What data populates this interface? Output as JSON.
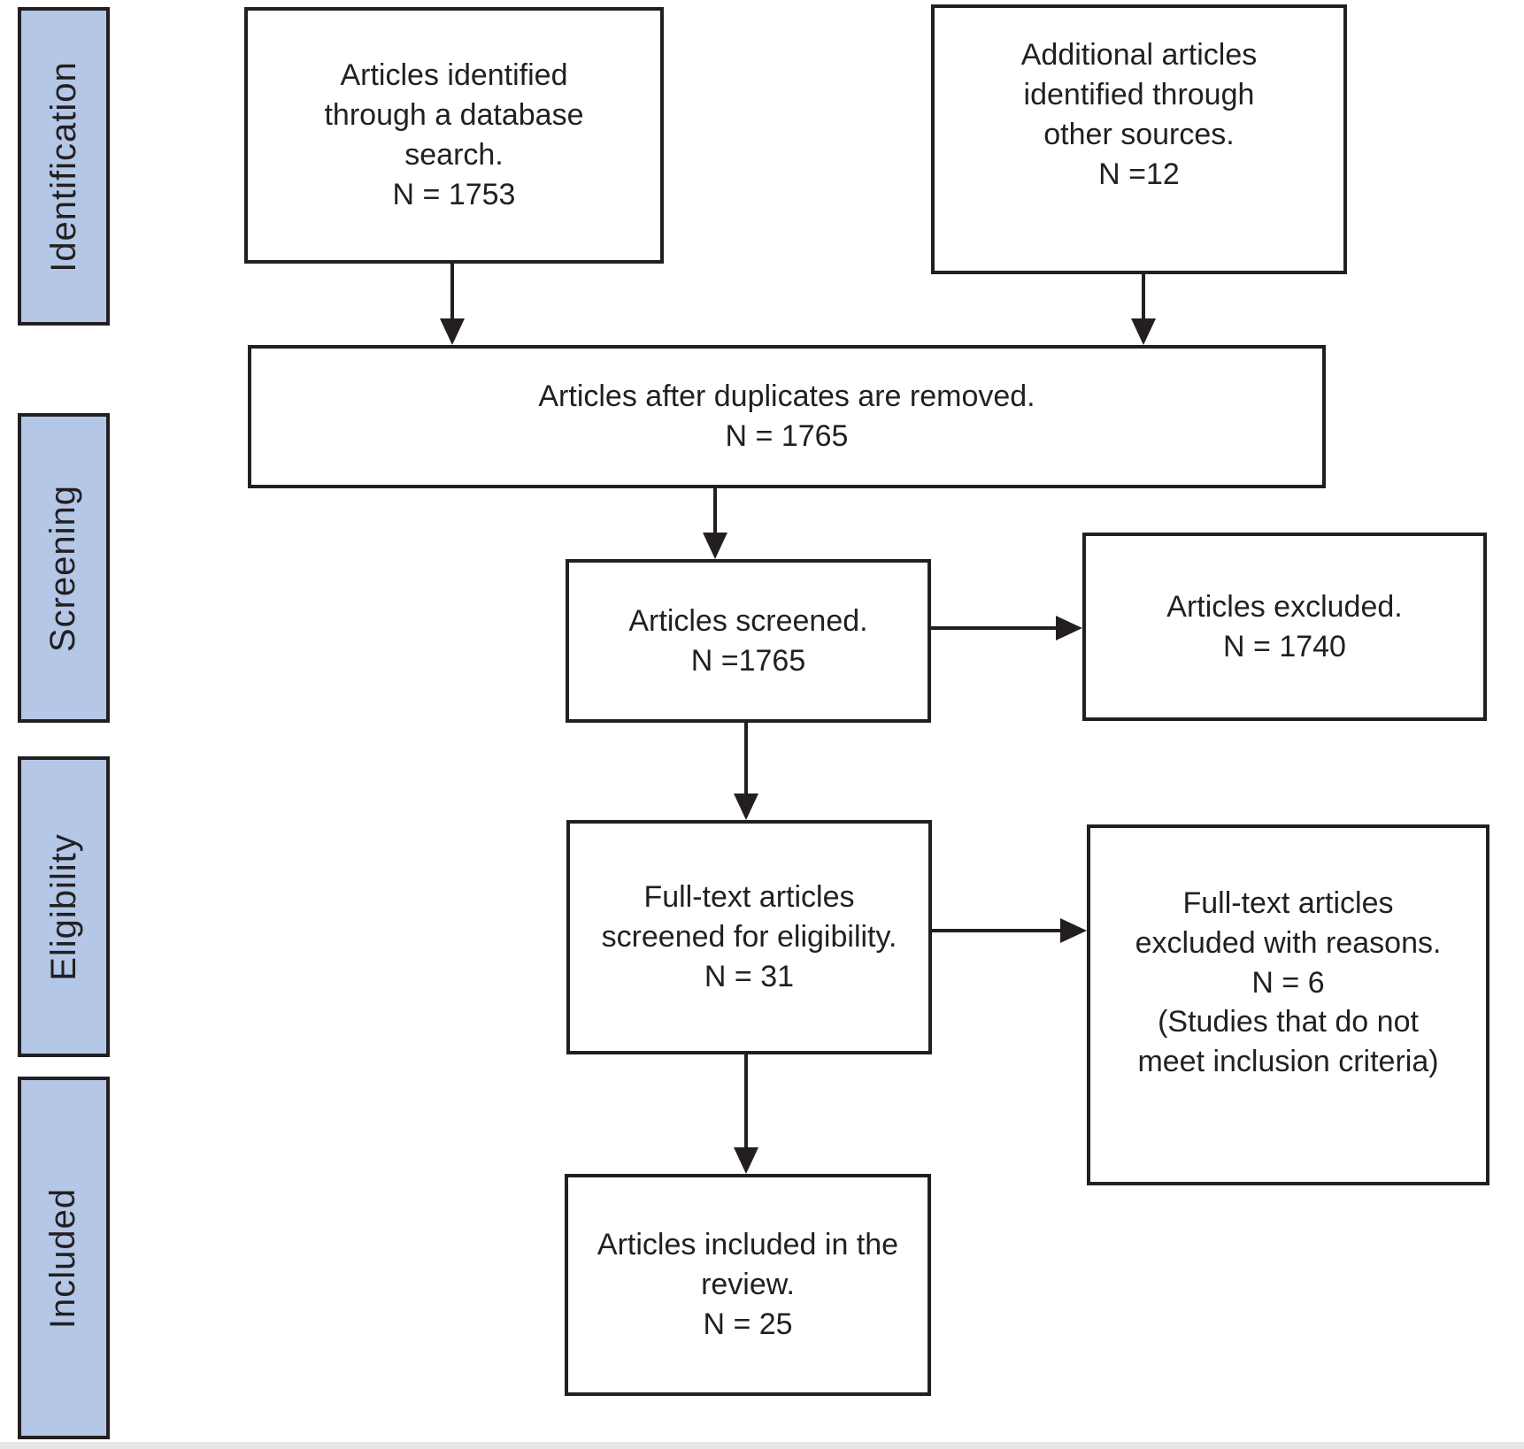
{
  "sidebar": {
    "items": [
      {
        "label": "Identification"
      },
      {
        "label": "Screening"
      },
      {
        "label": "Eligibility"
      },
      {
        "label": "Included"
      }
    ]
  },
  "boxes": {
    "identified": {
      "lines": [
        "Articles identified",
        "through a database",
        "search.",
        "N = 1753"
      ]
    },
    "additional": {
      "lines": [
        "Additional articles",
        "identified through",
        "other sources.",
        "N =12"
      ]
    },
    "deduplicated": {
      "lines": [
        "Articles after duplicates are removed.",
        "N = 1765"
      ]
    },
    "screened": {
      "lines": [
        "Articles screened.",
        "N =1765"
      ]
    },
    "excluded": {
      "lines": [
        "Articles excluded.",
        "N = 1740"
      ]
    },
    "fulltext_screened": {
      "lines": [
        "Full-text articles",
        "screened for eligibility.",
        "N = 31"
      ]
    },
    "fulltext_excluded": {
      "lines": [
        "Full-text articles",
        "excluded with reasons.",
        "N = 6",
        "(Studies that do not",
        "meet inclusion criteria)"
      ]
    },
    "included": {
      "lines": [
        "Articles included in the",
        "review.",
        "N = 25"
      ]
    }
  },
  "colors": {
    "sidebar_fill": "#b4c7e7",
    "ink": "#231f20",
    "box_fill": "#ffffff",
    "footer_strip": "#e9e6ea"
  }
}
